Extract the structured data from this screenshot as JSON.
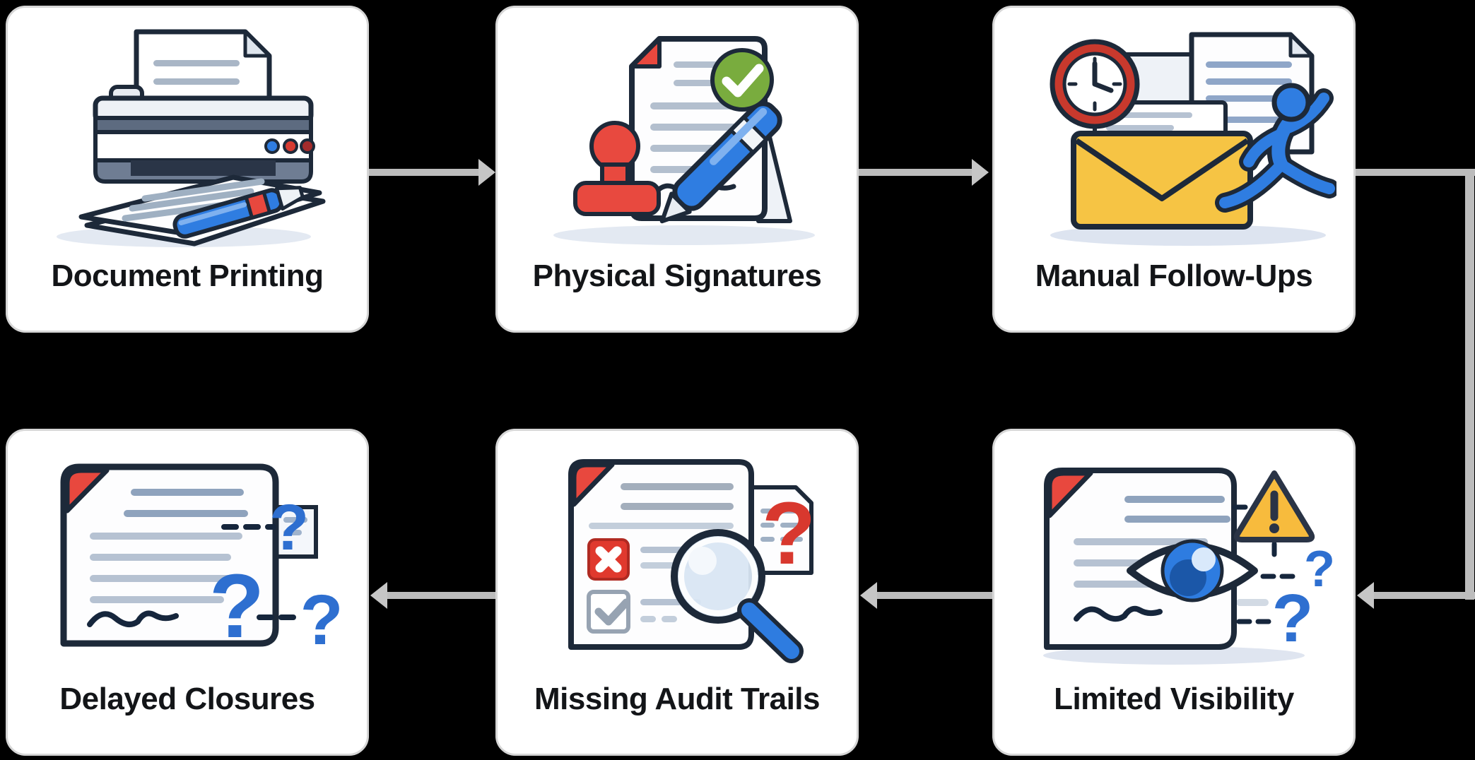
{
  "page": {
    "background": "#000000"
  },
  "colors": {
    "card_background": "#ffffff",
    "card_border": "#d6d6d6",
    "arrow": "#bcbcbc",
    "title_text": "#131518",
    "illustration_ink": "#1d2939",
    "accent_blue": "#2f7de1",
    "accent_red": "#e0463c",
    "accent_green": "#79ac3e",
    "accent_yellow": "#f6c444"
  },
  "cards": [
    {
      "id": "document-printing",
      "title": "Document Printing",
      "icon": "printer-illustration"
    },
    {
      "id": "physical-signatures",
      "title": "Physical Signatures",
      "icon": "stamp-pen-signed-document-illustration"
    },
    {
      "id": "manual-follow-ups",
      "title": "Manual Follow-Ups",
      "icon": "clock-envelope-runner-illustration"
    },
    {
      "id": "delayed-closures",
      "title": "Delayed Closures",
      "icon": "document-question-marks-illustration"
    },
    {
      "id": "missing-audit-trails",
      "title": "Missing Audit Trails",
      "icon": "checklist-magnifier-question-illustration"
    },
    {
      "id": "limited-visibility",
      "title": "Limited Visibility",
      "icon": "document-eye-warning-illustration"
    }
  ],
  "flow": {
    "sequence": [
      "Document Printing",
      "Physical Signatures",
      "Manual Follow-Ups",
      "Limited Visibility",
      "Missing Audit Trails",
      "Delayed Closures"
    ],
    "connectors": [
      {
        "from": "Document Printing",
        "to": "Physical Signatures",
        "shape": "straight-right"
      },
      {
        "from": "Physical Signatures",
        "to": "Manual Follow-Ups",
        "shape": "straight-right"
      },
      {
        "from": "Manual Follow-Ups",
        "to": "Limited Visibility",
        "shape": "right-edge-elbow-down"
      },
      {
        "from": "Limited Visibility",
        "to": "Missing Audit Trails",
        "shape": "straight-left"
      },
      {
        "from": "Missing Audit Trails",
        "to": "Delayed Closures",
        "shape": "straight-left"
      }
    ]
  }
}
